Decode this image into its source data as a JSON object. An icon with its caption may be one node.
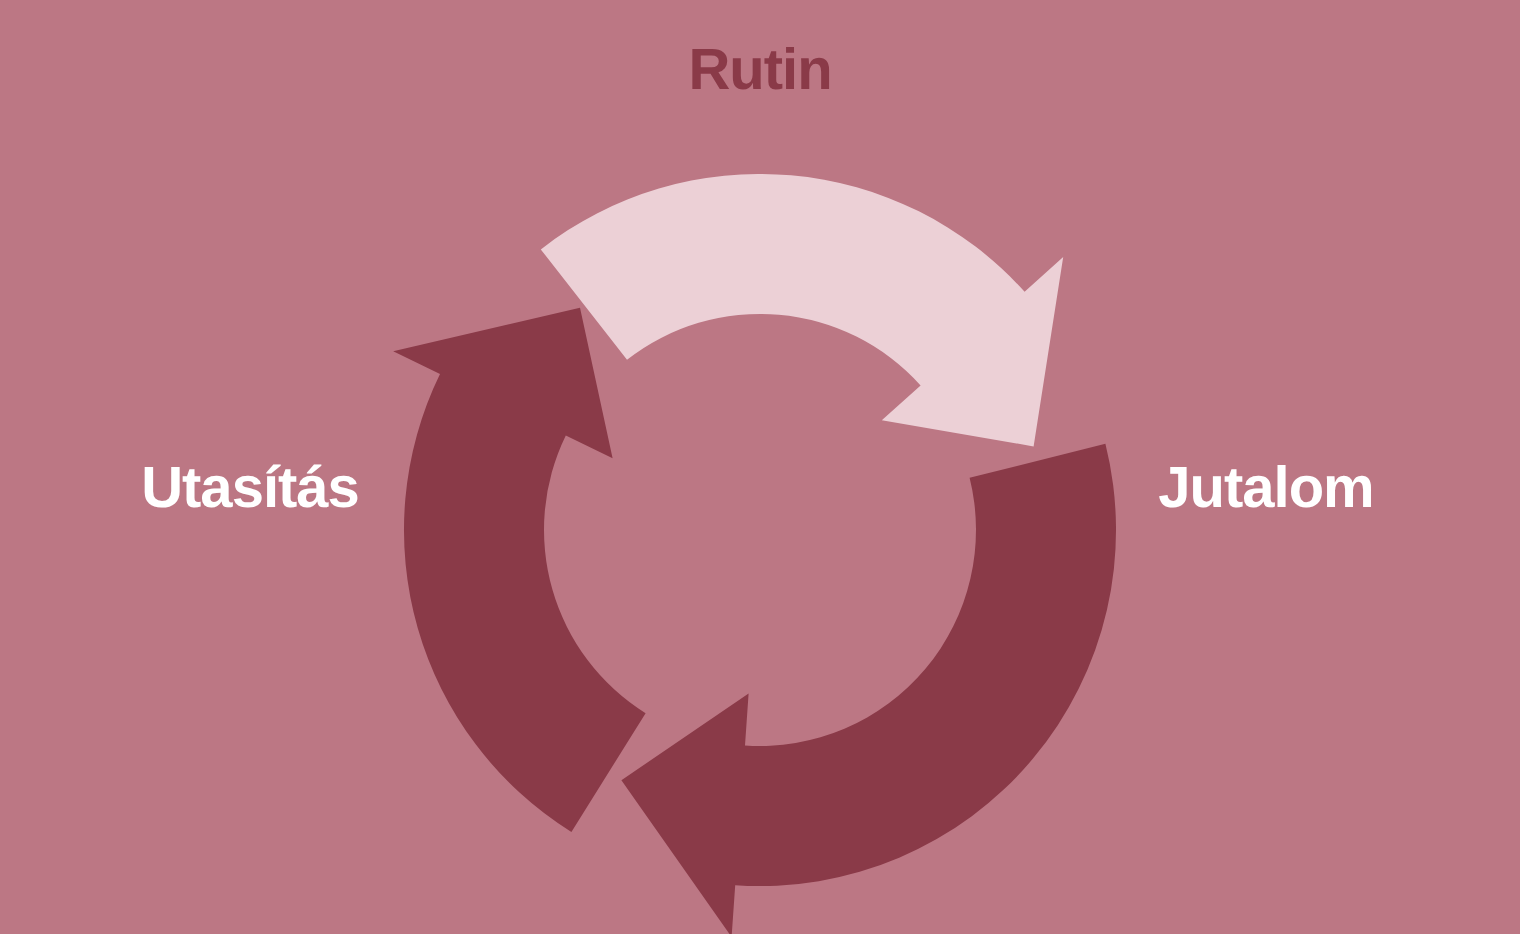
{
  "diagram": {
    "nodes": [
      {
        "text": [
          "Rutin"
        ]
      },
      {
        "text": [
          "Jutalom"
        ]
      },
      {
        "text": [
          "Utasítás"
        ]
      }
    ],
    "edges": [
      {
        "from": 0,
        "to": 1,
        "arrow": "to",
        "color": "#ecd0d6"
      },
      {
        "from": 1,
        "to": 2,
        "arrow": "to"
      },
      {
        "from": 2,
        "to": 0,
        "arrow": "to"
      }
    ]
  }
}
